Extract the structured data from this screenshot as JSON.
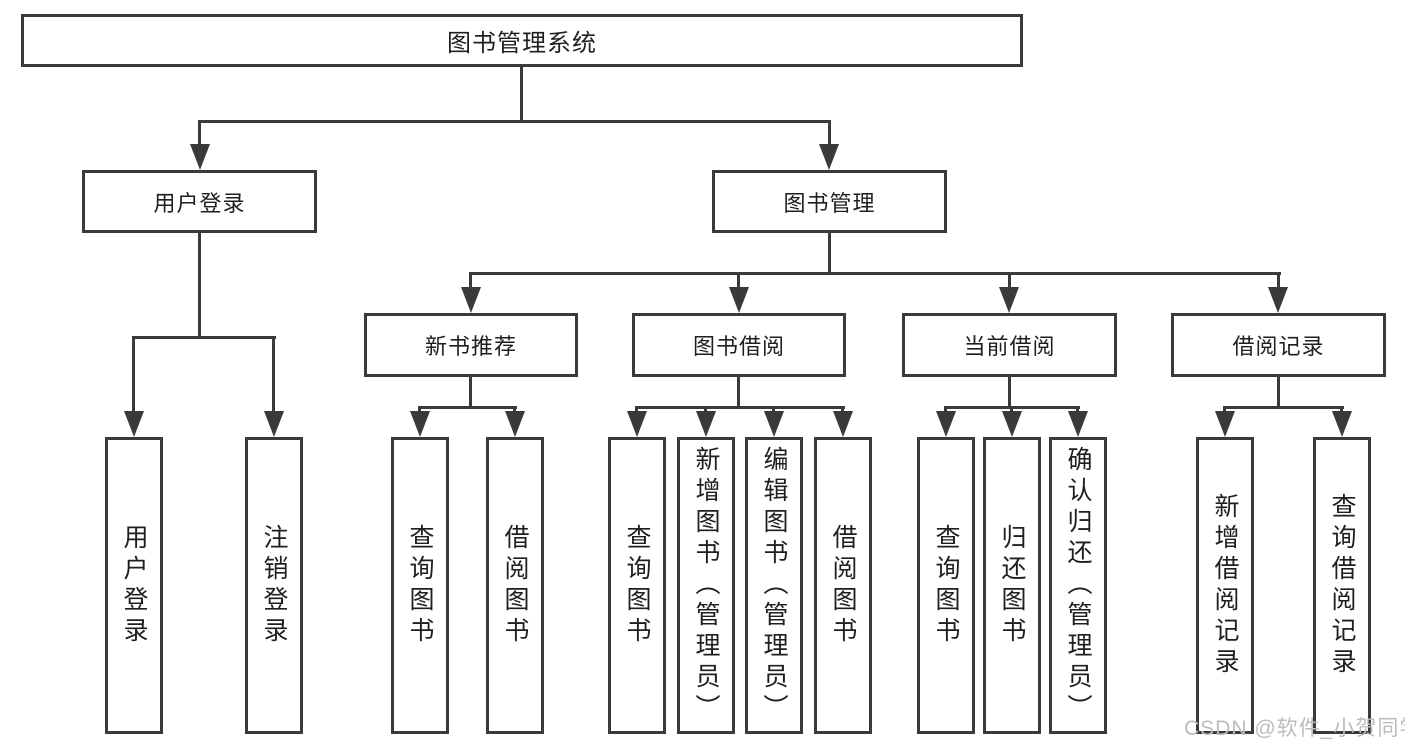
{
  "colors": {
    "line": "#3a3a3a",
    "box_border": "#3a3a3a",
    "box_fill": "#ffffff",
    "text": "#1f1f1f",
    "watermark_text": "#bcbcbc",
    "background": "#ffffff"
  },
  "tree": {
    "root": "图书管理系统",
    "user_branch": {
      "label": "用户登录",
      "children": [
        "用户登录",
        "注销登录"
      ]
    },
    "book_branch": {
      "label": "图书管理",
      "groups": [
        {
          "label": "新书推荐",
          "children": [
            "查询图书",
            "借阅图书"
          ]
        },
        {
          "label": "图书借阅",
          "children": [
            "查询图书",
            "新增图书（管理员）",
            "编辑图书（管理员）",
            "借阅图书"
          ]
        },
        {
          "label": "当前借阅",
          "children": [
            "查询图书",
            "归还图书",
            "确认归还（管理员）"
          ]
        },
        {
          "label": "借阅记录",
          "children": [
            "新增借阅记录",
            "查询借阅记录"
          ]
        }
      ]
    }
  },
  "watermark": "CSDN @软件_小贺同学"
}
